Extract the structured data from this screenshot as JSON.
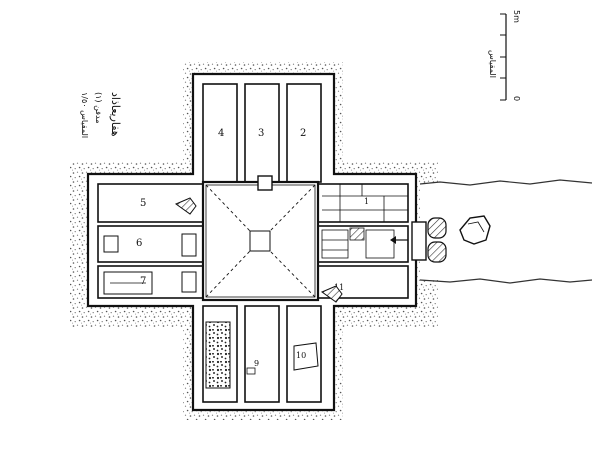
{
  "title_lines": [
    "هفاريعاذاد",
    "مدفن (١)",
    "المقياس ١/٥٠"
  ],
  "scale": {
    "label": "المقياس",
    "zero": "0",
    "max": "5m"
  },
  "chambers": [
    {
      "id": "north-1",
      "label": "4"
    },
    {
      "id": "north-2",
      "label": "3"
    },
    {
      "id": "north-3",
      "label": "2"
    },
    {
      "id": "west-1",
      "label": "5"
    },
    {
      "id": "west-2",
      "label": "6"
    },
    {
      "id": "west-3",
      "label": "7"
    },
    {
      "id": "south-2",
      "label": "9"
    },
    {
      "id": "south-3",
      "label": "10"
    },
    {
      "id": "east-1",
      "label": "1"
    },
    {
      "id": "east-3",
      "label": "11"
    }
  ]
}
